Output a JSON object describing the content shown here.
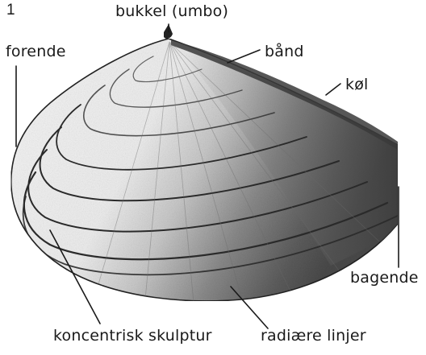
{
  "figure": {
    "number": "1",
    "labels": {
      "umbo": "bukkel (umbo)",
      "ligament": "bånd",
      "keel": "køl",
      "anterior": "forende",
      "posterior": "bagende",
      "concentric": "koncentrisk skulptur",
      "radial": "radiære linjer"
    }
  },
  "colors": {
    "ink": "#1a1a1a",
    "shell_light": "#f4f4f4",
    "shell_shade": "#5a5a5a",
    "ligament": "#3a3a3a",
    "outline": "#222222"
  }
}
